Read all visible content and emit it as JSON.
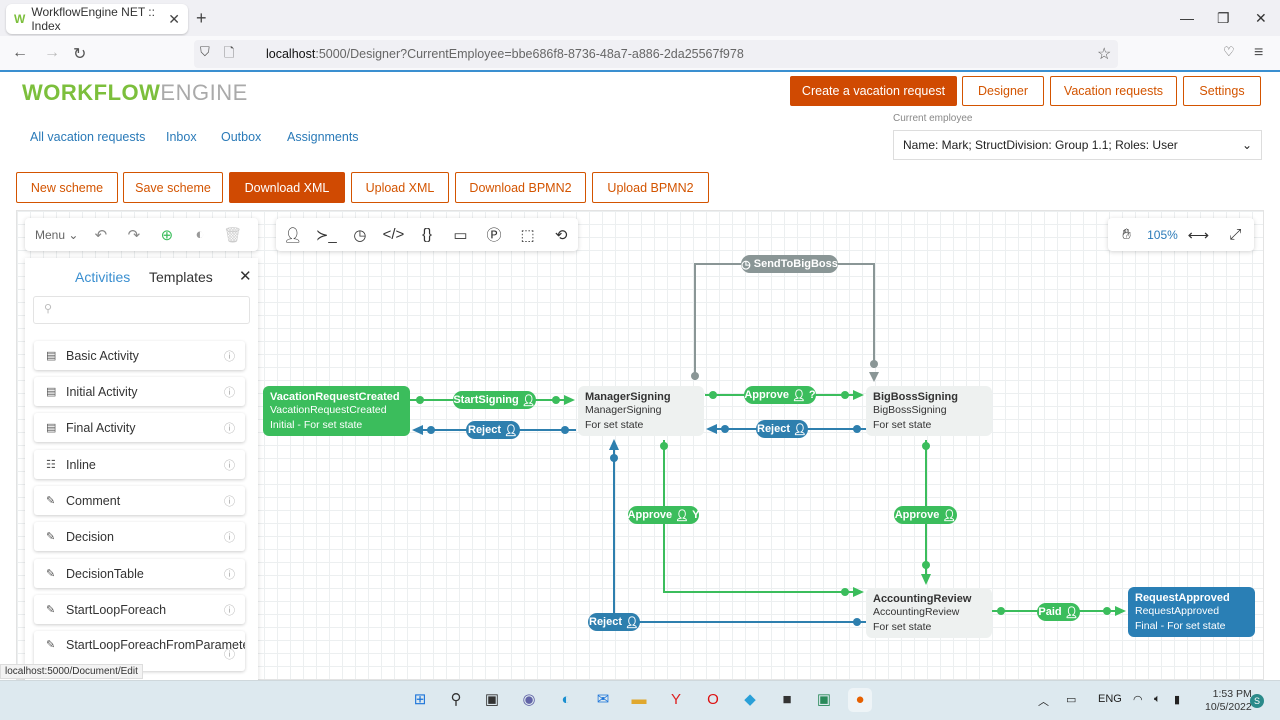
{
  "browser": {
    "tab_title": "WorkflowEngine NET :: Index",
    "url_host": "localhost",
    "url_rest": ":5000/Designer?CurrentEmployee=bbe686f8-8736-48a7-a886-2da25567f978"
  },
  "logo": {
    "bold": "WORKFLOW",
    "light": "ENGINE"
  },
  "header": {
    "buttons": [
      "Create a vacation request",
      "Designer",
      "Vacation requests",
      "Settings"
    ]
  },
  "nav": [
    "All vacation requests",
    "Inbox",
    "Outbox",
    "Assignments"
  ],
  "employee": {
    "label": "Current employee",
    "value": "Name: Mark; StructDivision: Group 1.1; Roles: User"
  },
  "scheme_buttons": [
    "New scheme",
    "Save scheme",
    "Download XML",
    "Upload XML",
    "Download BPMN2",
    "Upload BPMN2"
  ],
  "toolbar": {
    "menu": "Menu",
    "zoom": "105%"
  },
  "panel": {
    "tabs": [
      "Activities",
      "Templates"
    ],
    "search_placeholder": "",
    "items": [
      "Basic Activity",
      "Initial Activity",
      "Final Activity",
      "Inline",
      "Comment",
      "Decision",
      "DecisionTable",
      "StartLoopForeach",
      "StartLoopForeachFromParameter"
    ]
  },
  "diagram": {
    "nodes": [
      {
        "title": "VacationRequestCreated",
        "sub": "VacationRequestCreated",
        "state": "Initial - For set state"
      },
      {
        "title": "ManagerSigning",
        "sub": "ManagerSigning",
        "state": "For set state"
      },
      {
        "title": "BigBossSigning",
        "sub": "BigBossSigning",
        "state": "For set state"
      },
      {
        "title": "AccountingReview",
        "sub": "AccountingReview",
        "state": "For set state"
      },
      {
        "title": "RequestApproved",
        "sub": "RequestApproved",
        "state": "Final - For set state"
      }
    ],
    "transitions": [
      "SendToBigBoss",
      "StartSigning",
      "Reject",
      "Approve",
      "Reject",
      "Approve",
      "Approve",
      "Reject",
      "Paid"
    ],
    "colors": {
      "green": "#3bbd5c",
      "blue": "#2e7fae",
      "gray": "#8a9696"
    }
  },
  "statusbar": "localhost:5000/Document/Edit",
  "tray": {
    "lang": "ENG",
    "time": "1:53 PM",
    "date": "10/5/2022",
    "user": "S"
  }
}
